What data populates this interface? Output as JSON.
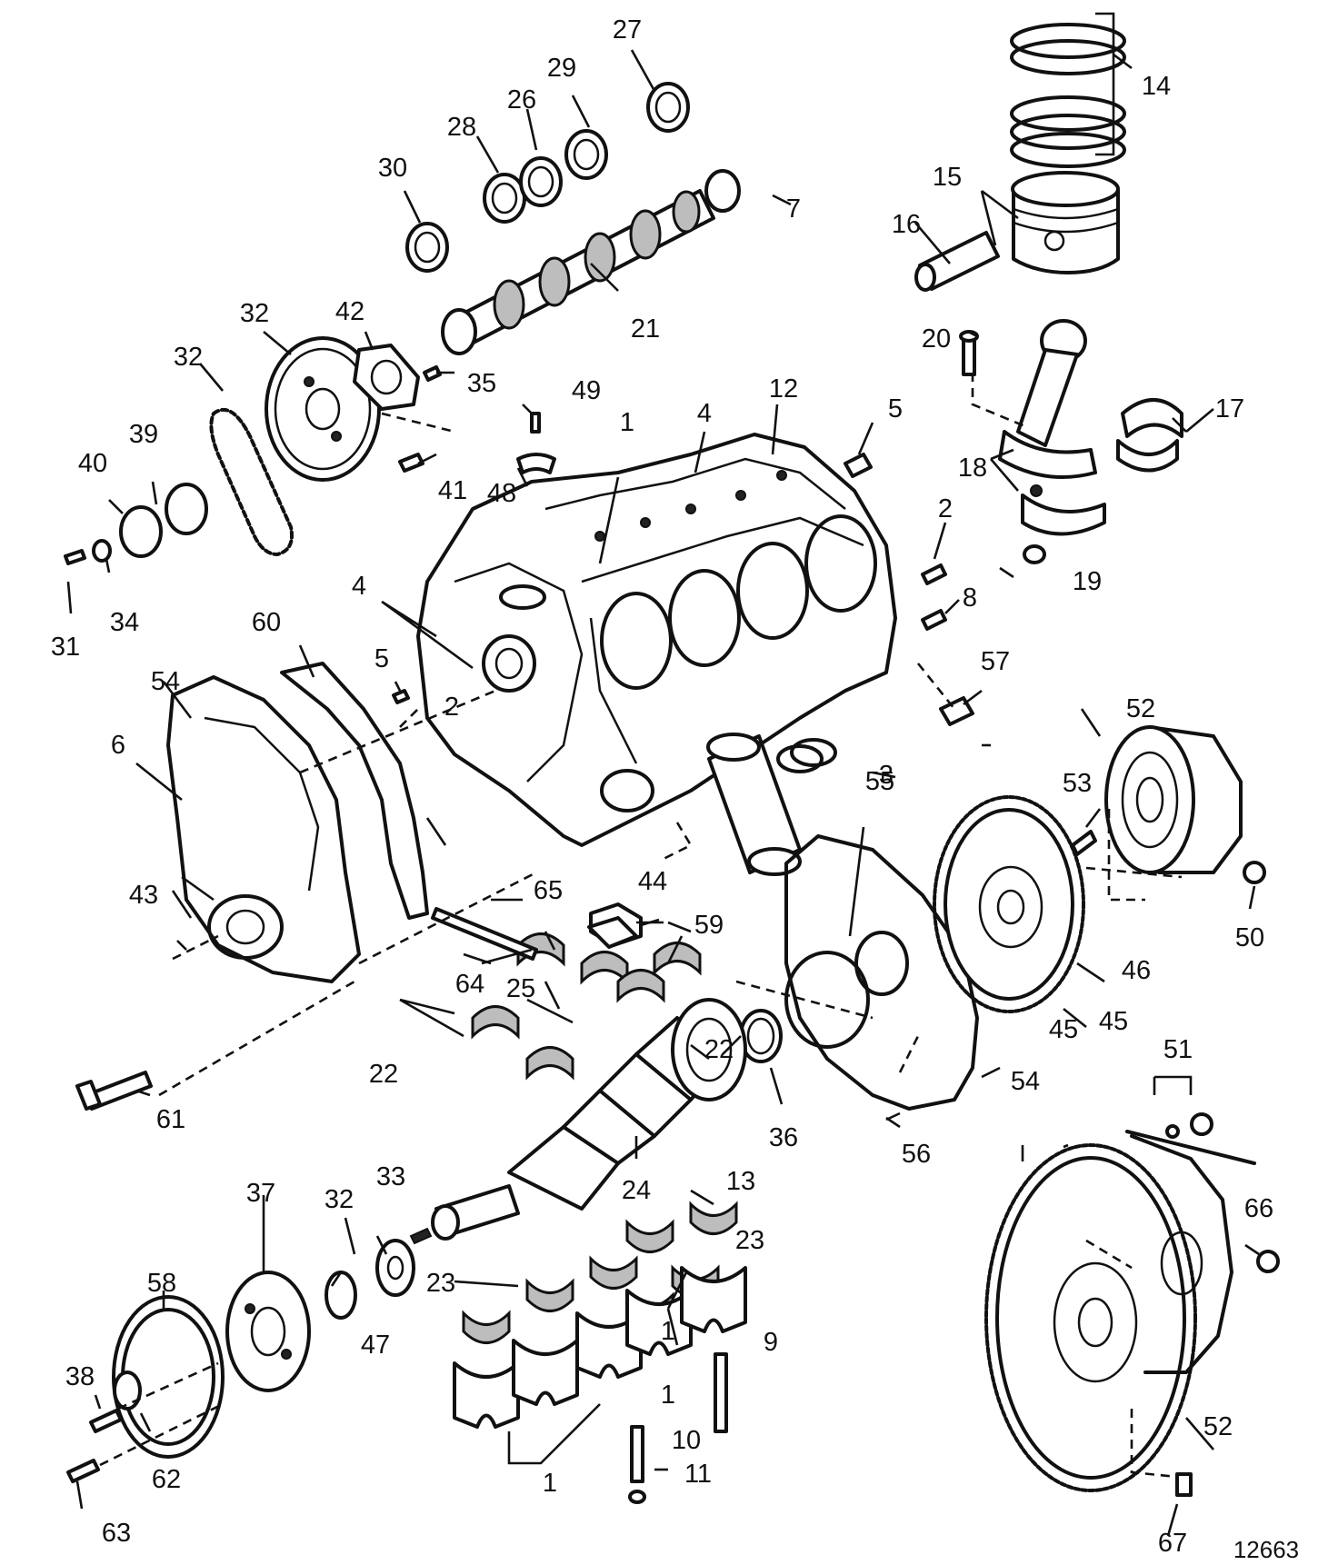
{
  "diagram": {
    "figure_number": "12663",
    "callouts": [
      "1",
      "1",
      "1",
      "1",
      "2",
      "2",
      "3",
      "4",
      "4",
      "5",
      "5",
      "6",
      "7",
      "8",
      "9",
      "10",
      "11",
      "12",
      "13",
      "14",
      "15",
      "16",
      "17",
      "18",
      "19",
      "20",
      "21",
      "22",
      "22",
      "23",
      "23",
      "24",
      "25",
      "26",
      "27",
      "28",
      "29",
      "30",
      "31",
      "32",
      "32",
      "32",
      "33",
      "34",
      "35",
      "36",
      "37",
      "38",
      "39",
      "40",
      "41",
      "42",
      "43",
      "44",
      "45",
      "45",
      "46",
      "47",
      "48",
      "49",
      "50",
      "51",
      "52",
      "52",
      "53",
      "54",
      "54",
      "55",
      "56",
      "57",
      "58",
      "59",
      "60",
      "61",
      "62",
      "63",
      "64",
      "65",
      "66",
      "67"
    ]
  }
}
